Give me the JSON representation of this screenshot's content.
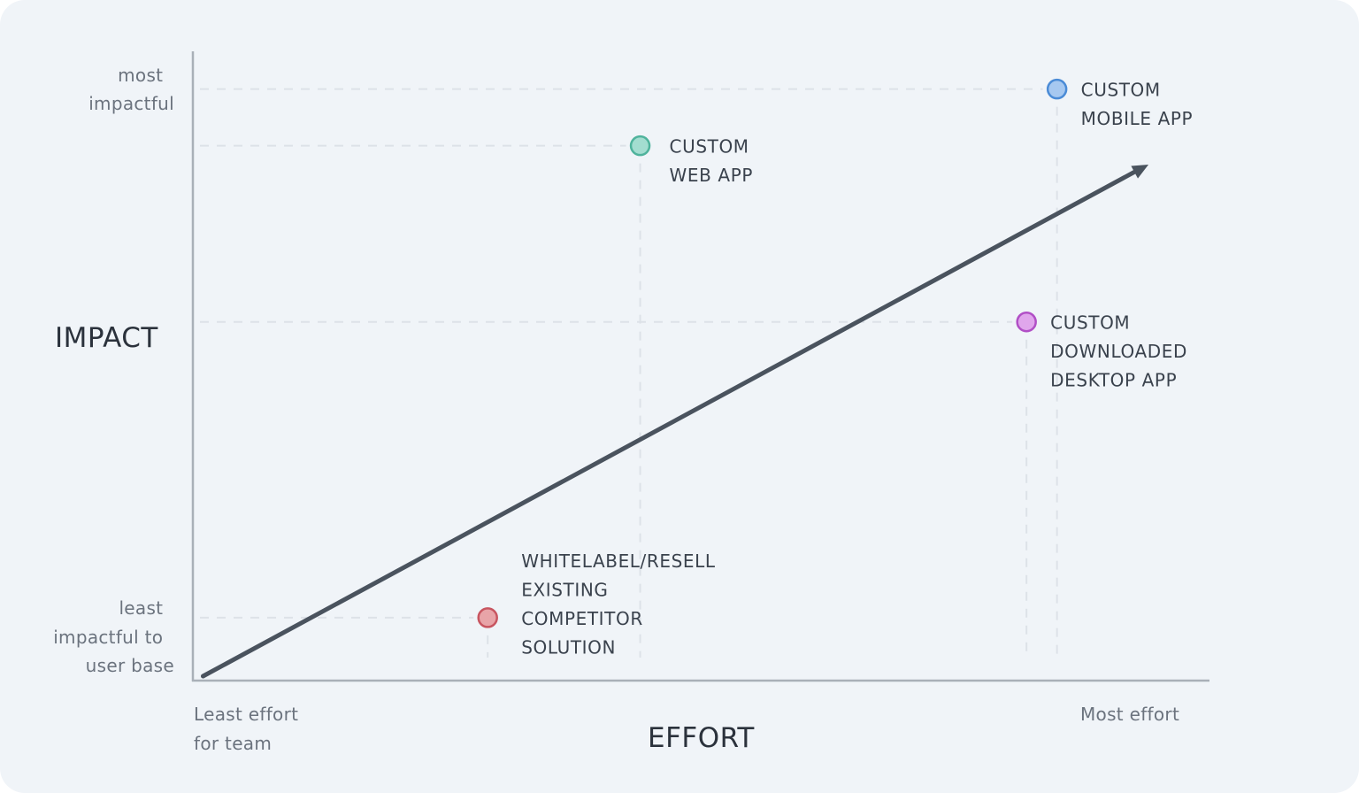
{
  "chart_data": {
    "type": "scatter",
    "xlabel": "EFFORT",
    "ylabel": "IMPACT",
    "x_range": [
      0,
      100
    ],
    "y_range": [
      0,
      100
    ],
    "grid": "dashed guide lines from each point to the axes",
    "x_tick_labels": {
      "low": [
        "Least effort",
        "for team"
      ],
      "high": [
        "Most effort"
      ]
    },
    "y_tick_labels": {
      "high": [
        "most",
        "impactful"
      ],
      "low": [
        "least",
        "impactful to",
        "user base"
      ]
    },
    "trend_arrow": {
      "from": [
        1,
        0
      ],
      "to": [
        94,
        82
      ]
    },
    "points": [
      {
        "id": "whitelabel",
        "label": [
          "WHITELABEL/RESELL",
          "EXISTING",
          "COMPETITOR",
          "SOLUTION"
        ],
        "x": 29,
        "y": 10,
        "color": "#e8a4a8",
        "stroke": "#c85560"
      },
      {
        "id": "web-app",
        "label": [
          "CUSTOM",
          "WEB APP"
        ],
        "x": 44,
        "y": 85,
        "color": "#a3ddd0",
        "stroke": "#4fb39c"
      },
      {
        "id": "desktop-app",
        "label": [
          "CUSTOM",
          "DOWNLOADED",
          "DESKTOP APP"
        ],
        "x": 82,
        "y": 57,
        "color": "#e0a6ec",
        "stroke": "#b14fc6"
      },
      {
        "id": "mobile-app",
        "label": [
          "CUSTOM",
          "MOBILE APP"
        ],
        "x": 85,
        "y": 94,
        "color": "#a6c8f0",
        "stroke": "#4a8bd6"
      }
    ]
  }
}
